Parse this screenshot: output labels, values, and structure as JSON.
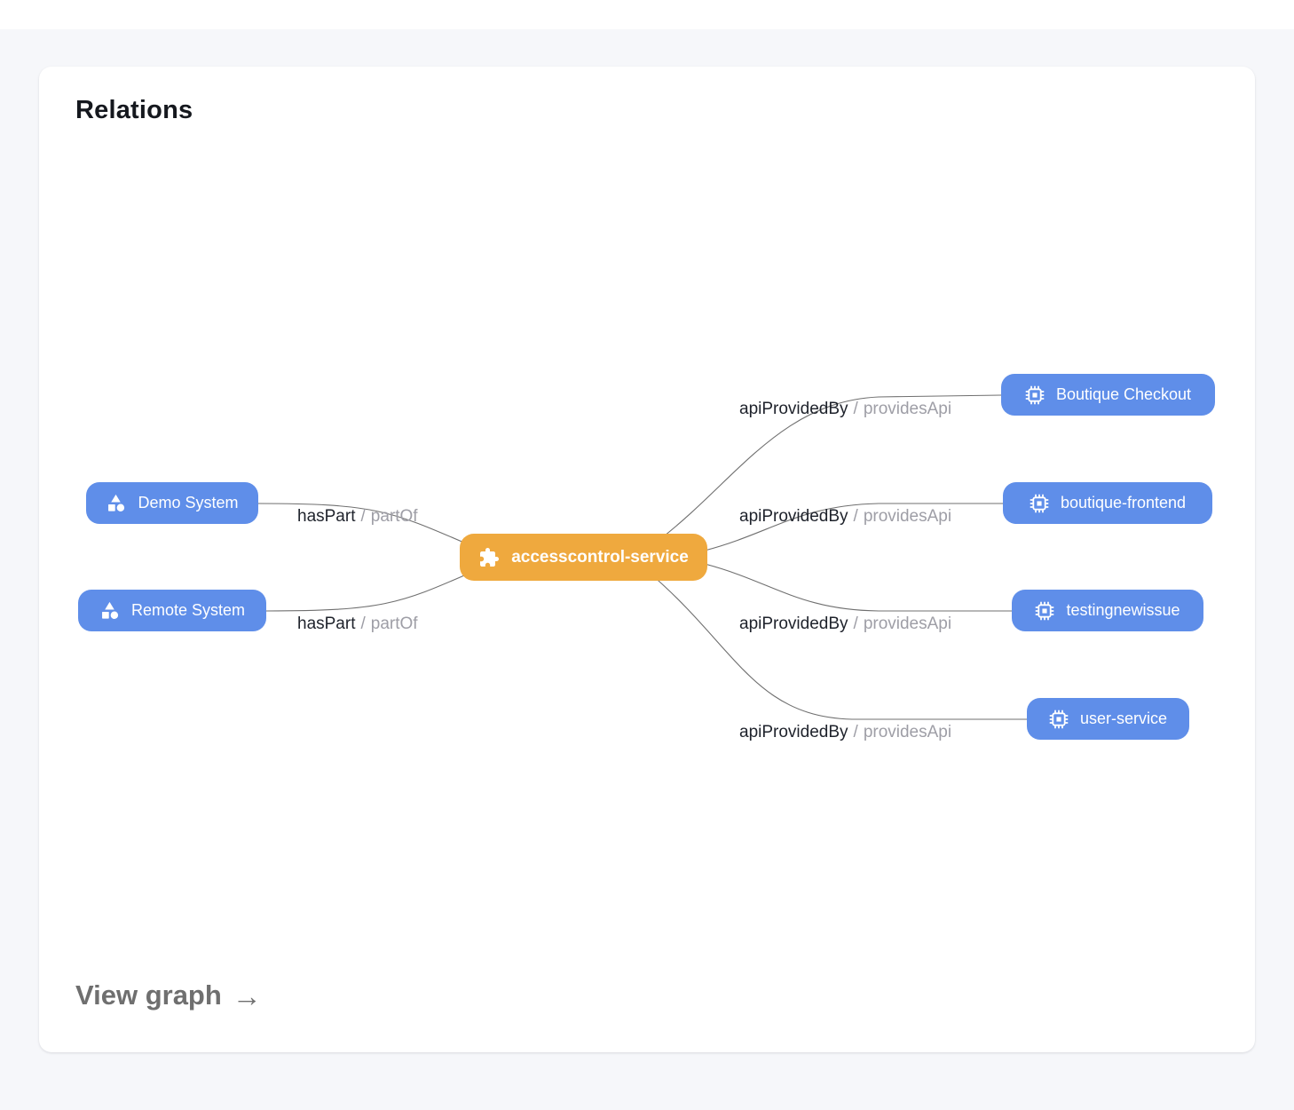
{
  "card": {
    "title": "Relations",
    "footer_link": {
      "label": "View graph",
      "arrow_icon": "→"
    }
  },
  "graph": {
    "separator": "/",
    "center_node": {
      "label": "accesscontrol-service",
      "icon": "puzzle-icon"
    },
    "left_nodes": [
      {
        "label": "Demo System",
        "icon": "shapes-icon",
        "relation": "hasPart",
        "inverse_relation": "partOf"
      },
      {
        "label": "Remote System",
        "icon": "shapes-icon",
        "relation": "hasPart",
        "inverse_relation": "partOf"
      }
    ],
    "right_nodes": [
      {
        "label": "Boutique Checkout",
        "icon": "chip-icon",
        "relation": "apiProvidedBy",
        "inverse_relation": "providesApi"
      },
      {
        "label": "boutique-frontend",
        "icon": "chip-icon",
        "relation": "apiProvidedBy",
        "inverse_relation": "providesApi"
      },
      {
        "label": "testingnewissue",
        "icon": "chip-icon",
        "relation": "apiProvidedBy",
        "inverse_relation": "providesApi"
      },
      {
        "label": "user-service",
        "icon": "chip-icon",
        "relation": "apiProvidedBy",
        "inverse_relation": "providesApi"
      }
    ],
    "colors": {
      "entity_node_blue": "#5F8EE9",
      "center_node_orange": "#EFA93E",
      "edge_gray": "#6F6F6F",
      "relation_text": "#1E222B",
      "inverse_text": "#9E9EA6"
    }
  }
}
